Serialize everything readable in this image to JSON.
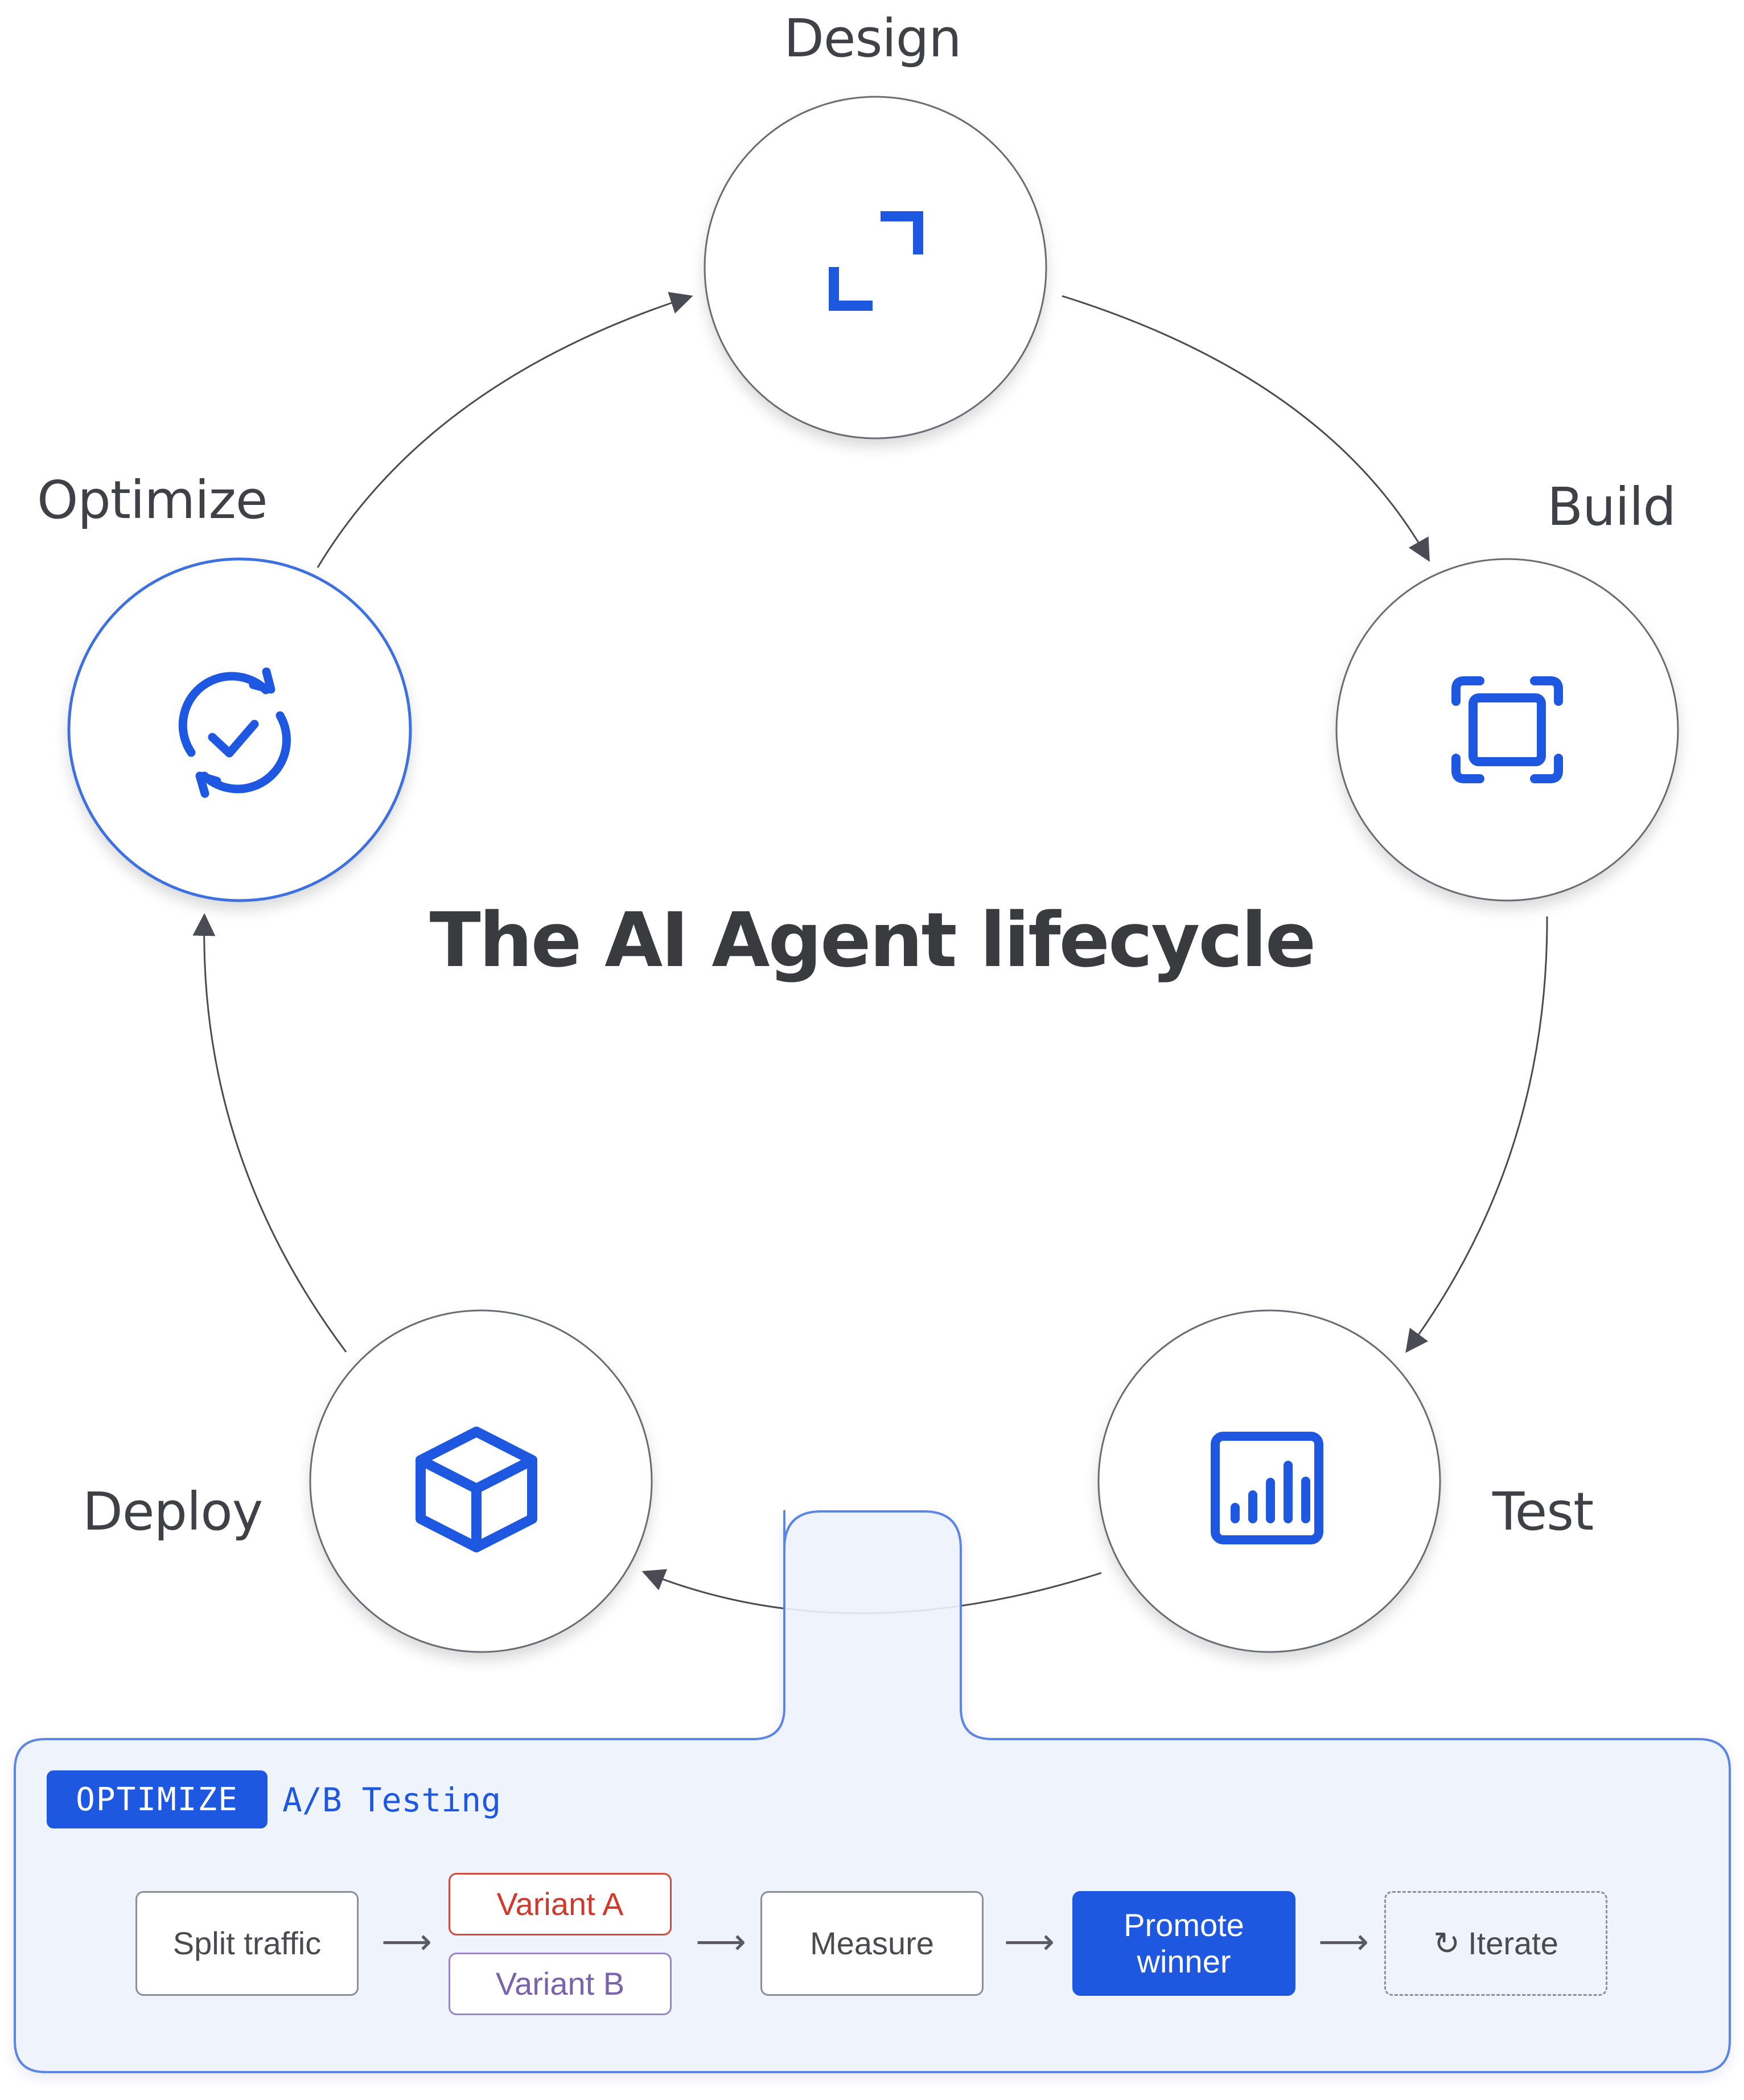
{
  "diagram": {
    "title": "The AI Agent lifecycle",
    "stages": [
      {
        "id": "design",
        "label": "Design",
        "icon": "expand-corners-icon"
      },
      {
        "id": "build",
        "label": "Build",
        "icon": "frame-square-icon"
      },
      {
        "id": "test",
        "label": "Test",
        "icon": "bar-chart-icon"
      },
      {
        "id": "deploy",
        "label": "Deploy",
        "icon": "cube-icon"
      },
      {
        "id": "optimize",
        "label": "Optimize",
        "icon": "sync-check-icon",
        "highlighted": true
      }
    ],
    "flow": [
      "design",
      "build",
      "test",
      "deploy",
      "optimize",
      "design"
    ]
  },
  "detail": {
    "badge": "OPTIMIZE",
    "subtitle": "A/B Testing",
    "steps": {
      "split": "Split traffic",
      "variant_a": "Variant A",
      "variant_b": "Variant B",
      "measure": "Measure",
      "promote": "Promote winner",
      "iterate": "Iterate"
    },
    "arrow_glyph": "⟶",
    "iterate_glyph": "↻"
  },
  "colors": {
    "accent": "#1f58e0",
    "circle_border": "#6b6c73",
    "highlight_border": "#3d6fe0",
    "panel_fill": "#eef3fc",
    "panel_border": "#5b86e6",
    "variant_a": "#d03a2c",
    "variant_b": "#7a63ac",
    "text": "#3f4147"
  }
}
